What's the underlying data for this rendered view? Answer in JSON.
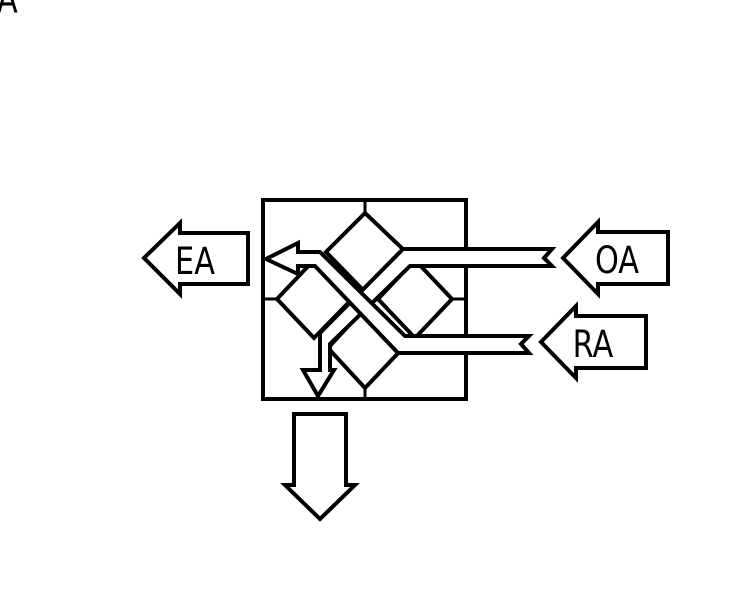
{
  "labels": {
    "ea": "EA",
    "oa": "OA",
    "ra": "RA",
    "fa": "FA"
  },
  "colors": {
    "stroke": "#000000",
    "background": "#ffffff"
  }
}
